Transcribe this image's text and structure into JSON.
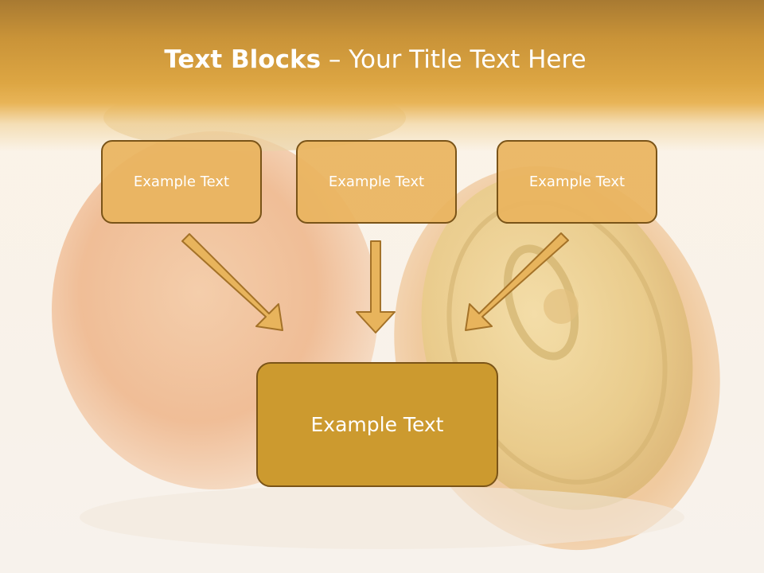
{
  "title": {
    "bold": "Text Blocks",
    "rest": " – Your Title Text Here"
  },
  "blocks": [
    {
      "label": "Example Text"
    },
    {
      "label": "Example Text"
    },
    {
      "label": "Example Text"
    }
  ],
  "result_block": {
    "label": "Example Text"
  },
  "colors": {
    "header": "#dda643",
    "box_fill": "#e9b45f",
    "result_fill": "#cc9a2f",
    "border": "#7a5418",
    "arrow_fill": "#e8b45c"
  }
}
